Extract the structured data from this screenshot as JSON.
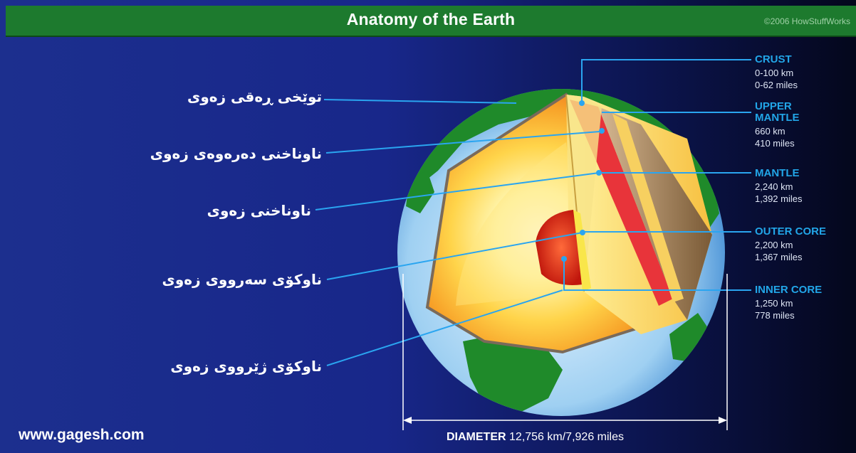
{
  "header": {
    "title": "Anatomy of the Earth",
    "copyright": "©2006 HowStuffWorks"
  },
  "kurdish_labels": [
    "توێخی ڕەقی زەوی",
    "ناوناخنی دەرەوەی زەوی",
    "ناوناخنی زەوی",
    "ناوکۆی سەرووی زەوی",
    "ناوکۆی ژێرووی زەوی"
  ],
  "layers": [
    {
      "name": "CRUST",
      "values": [
        "0-100 km",
        "0-62 miles"
      ]
    },
    {
      "name": "UPPER",
      "name2": "MANTLE",
      "values": [
        "660 km",
        "410 miles"
      ]
    },
    {
      "name": "MANTLE",
      "values": [
        "2,240 km",
        "1,392 miles"
      ]
    },
    {
      "name": "OUTER CORE",
      "values": [
        "2,200 km",
        "1,367 miles"
      ]
    },
    {
      "name": "INNER CORE",
      "values": [
        "1,250 km",
        "778 miles"
      ]
    }
  ],
  "footer": {
    "website": "www.gagesh.com",
    "diameter_label": "DIAMETER",
    "diameter_value": "12,756 km/7,926 miles"
  },
  "colors": {
    "header_green": "#1d7a2e",
    "space_blue": "#1b2e8c",
    "label_blue": "#22a6e8",
    "crust_red": "#e8343a",
    "mantle_orange": "#f28a1e",
    "core_red": "#c81c10"
  }
}
